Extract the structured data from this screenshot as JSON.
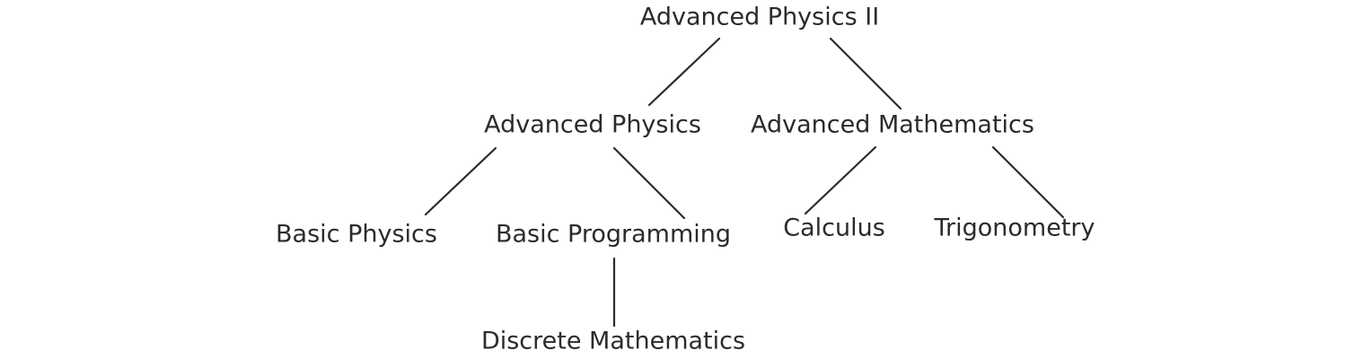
{
  "diagram": {
    "nodes": {
      "root": "Advanced Physics II",
      "advanced_physics": "Advanced Physics",
      "advanced_mathematics": "Advanced Mathematics",
      "basic_physics": "Basic Physics",
      "basic_programming": "Basic Programming",
      "calculus": "Calculus",
      "trigonometry": "Trigonometry",
      "discrete_mathematics": "Discrete Mathematics"
    },
    "edges": [
      {
        "from": "root",
        "to": "advanced_physics"
      },
      {
        "from": "root",
        "to": "advanced_mathematics"
      },
      {
        "from": "advanced_physics",
        "to": "basic_physics"
      },
      {
        "from": "advanced_physics",
        "to": "basic_programming"
      },
      {
        "from": "advanced_mathematics",
        "to": "calculus"
      },
      {
        "from": "advanced_mathematics",
        "to": "trigonometry"
      },
      {
        "from": "basic_programming",
        "to": "discrete_mathematics"
      }
    ]
  }
}
